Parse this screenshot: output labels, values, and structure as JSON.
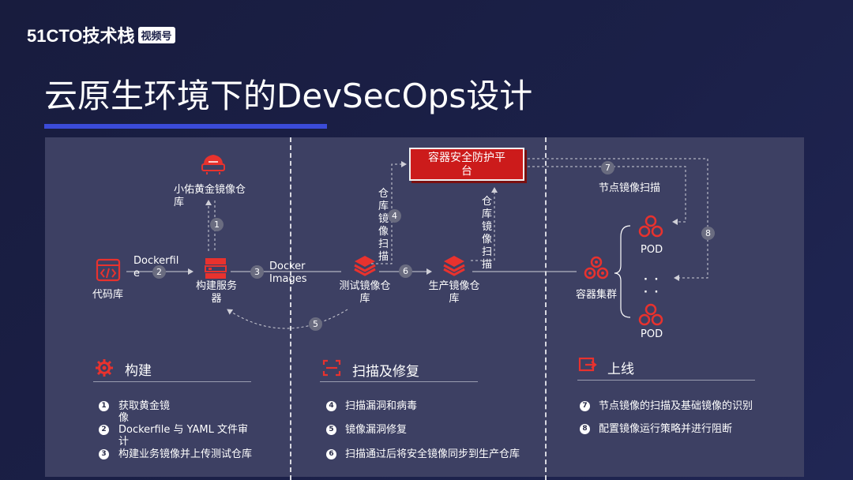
{
  "brand": {
    "name": "51CTO技术栈",
    "badge": "视频号"
  },
  "title": "云原生环境下的DevSecOps设计",
  "diagram": {
    "code_repo": "代码库",
    "dockerfile": "Dockerfil\ne",
    "build_server": "构建服务\n器",
    "golden_repo": "小佑黄金镜像仓\n库",
    "docker_images": "Docker\nImages",
    "test_repo": "测试镜像仓\n库",
    "prod_repo": "生产镜像仓\n库",
    "platform": "容器安全防护平\n台",
    "repo_scan_left": "仓\n库\n镜\n像\n扫\n描",
    "repo_scan_right": "仓\n库\n镜\n像\n扫\n描",
    "node_scan": "节点镜像扫描",
    "cluster": "容器集群",
    "pod_top": "POD",
    "pod_bottom": "POD",
    "dots": "· ·\n· ·",
    "steps": [
      "1",
      "2",
      "3",
      "4",
      "5",
      "6",
      "7",
      "8"
    ]
  },
  "sections": {
    "build": {
      "title": "构建",
      "items": [
        {
          "num": "1",
          "text": "获取黄金镜\n像"
        },
        {
          "num": "2",
          "text": "Dockerfile 与 YAML 文件审\n计"
        },
        {
          "num": "3",
          "text": "构建业务镜像并上传测试仓库"
        }
      ]
    },
    "scan": {
      "title": "扫描及修复",
      "items": [
        {
          "num": "4",
          "text": "扫描漏洞和病毒"
        },
        {
          "num": "5",
          "text": "镜像漏洞修复"
        },
        {
          "num": "6",
          "text": "扫描通过后将安全镜像同步到生产仓库"
        }
      ]
    },
    "deploy": {
      "title": "上线",
      "items": [
        {
          "num": "7",
          "text": "节点镜像的扫描及基础镜像的识别"
        },
        {
          "num": "8",
          "text": "配置镜像运行策略并进行阻断"
        }
      ]
    }
  },
  "colors": {
    "accent_red": "#cc1b1b",
    "icon_red": "#e8322e",
    "title_bar": "#3b4bd8",
    "panel": "#3d4063"
  }
}
